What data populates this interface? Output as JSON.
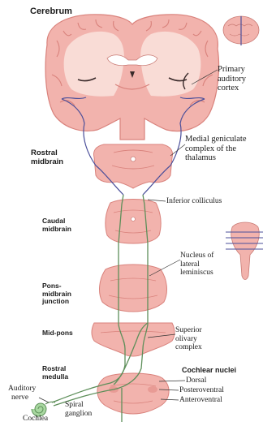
{
  "labels": {
    "cerebrum": "Cerebrum",
    "primary_auditory_cortex": [
      "Primary",
      "auditory",
      "cortex"
    ],
    "rostral_midbrain": [
      "Rostral",
      "midbrain"
    ],
    "medial_geniculate": [
      "Medial geniculate",
      "complex of the",
      "thalamus"
    ],
    "inferior_colliculus": "Inferior colliculus",
    "caudal_midbrain": [
      "Caudal",
      "midbrain"
    ],
    "nucleus_lateral_lemniscus": [
      "Nucleus of",
      "lateral",
      "leminiscus"
    ],
    "pons_midbrain_junction": [
      "Pons-",
      "midbrain",
      "junction"
    ],
    "mid_pons": "Mid-pons",
    "superior_olivary": [
      "Superior",
      "olivary",
      "complex"
    ],
    "rostral_medulla": [
      "Rostral",
      "medulla"
    ],
    "cochlear_nuclei": "Cochlear nuclei",
    "dorsal": "Dorsal",
    "posteroventral": "Posteroventral",
    "anteroventral": "Anteroventral",
    "auditory_nerve": [
      "Auditory",
      "nerve"
    ],
    "spiral_ganglion": [
      "Spiral",
      "ganglion"
    ],
    "cochlea": "Cochlea"
  },
  "colors": {
    "tissue": "#f2b3ad",
    "tissue_dark": "#d9827c",
    "white_matter": "#f9dcd6",
    "tract_green": "#5e8f5a",
    "tract_blue": "#4b4f9a",
    "leader_line": "#333333"
  }
}
